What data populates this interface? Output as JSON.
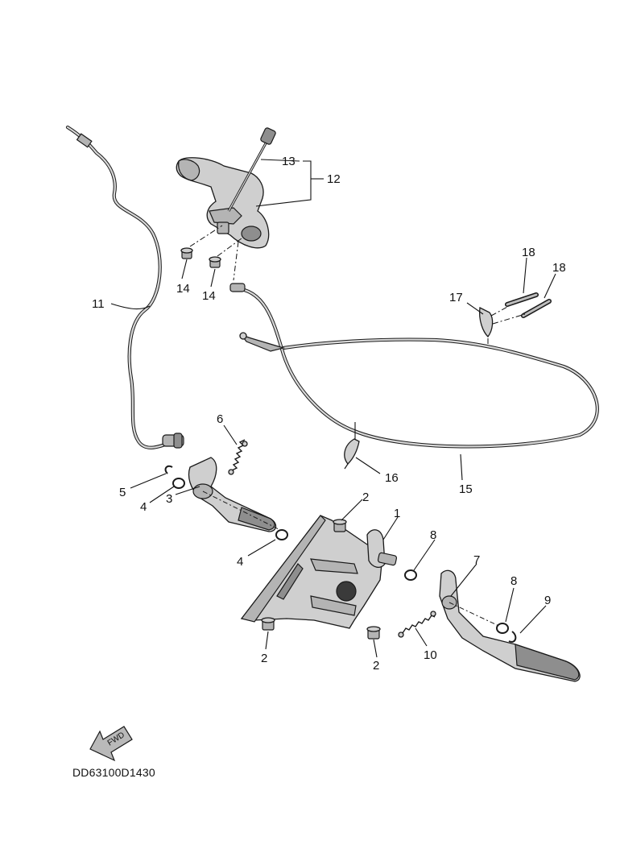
{
  "diagram_code": "DD63100D1430",
  "fwd_label": "FWD",
  "callouts": {
    "c1": "1",
    "c2a": "2",
    "c2b": "2",
    "c2c": "2",
    "c3": "3",
    "c4a": "4",
    "c4b": "4",
    "c5": "5",
    "c6": "6",
    "c7": "7",
    "c8a": "8",
    "c8b": "8",
    "c9": "9",
    "c10": "10",
    "c11": "11",
    "c12": "12",
    "c13": "13",
    "c14a": "14",
    "c14b": "14",
    "c15": "15",
    "c16": "16",
    "c17": "17",
    "c18a": "18",
    "c18b": "18"
  }
}
